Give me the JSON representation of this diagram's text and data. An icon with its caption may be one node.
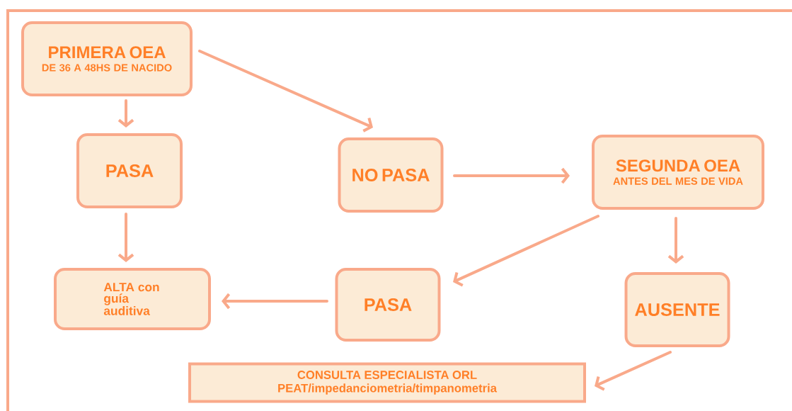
{
  "diagram": {
    "nodes": [
      {
        "text": [
          "PRIMERA OEA",
          "DE 36 A 48HS DE NACIDO"
        ]
      },
      {
        "text": [
          "PASA"
        ]
      },
      {
        "text": [
          "NO PASA"
        ]
      },
      {
        "text": [
          "SEGUNDA OEA",
          "ANTES DEL MES DE VIDA"
        ]
      },
      {
        "text": [
          "ALTA con guía auditiva"
        ]
      },
      {
        "text": [
          "PASA"
        ]
      },
      {
        "text": [
          "AUSENTE"
        ]
      },
      {
        "text": [
          "CONSULTA ESPECIALISTA ORL",
          "PEAT/impedanciometria/timpanometria"
        ]
      }
    ],
    "edges": [
      {
        "from": 0,
        "to": 1,
        "arrow": "to"
      },
      {
        "from": 0,
        "to": 2,
        "arrow": "to"
      },
      {
        "from": 2,
        "to": 3,
        "arrow": "to"
      },
      {
        "from": 1,
        "to": 4,
        "arrow": "to"
      },
      {
        "from": 3,
        "to": 5,
        "arrow": "to"
      },
      {
        "from": 3,
        "to": 6,
        "arrow": "to"
      },
      {
        "from": 5,
        "to": 4,
        "arrow": "to"
      },
      {
        "from": 6,
        "to": 7,
        "arrow": "to"
      }
    ]
  }
}
